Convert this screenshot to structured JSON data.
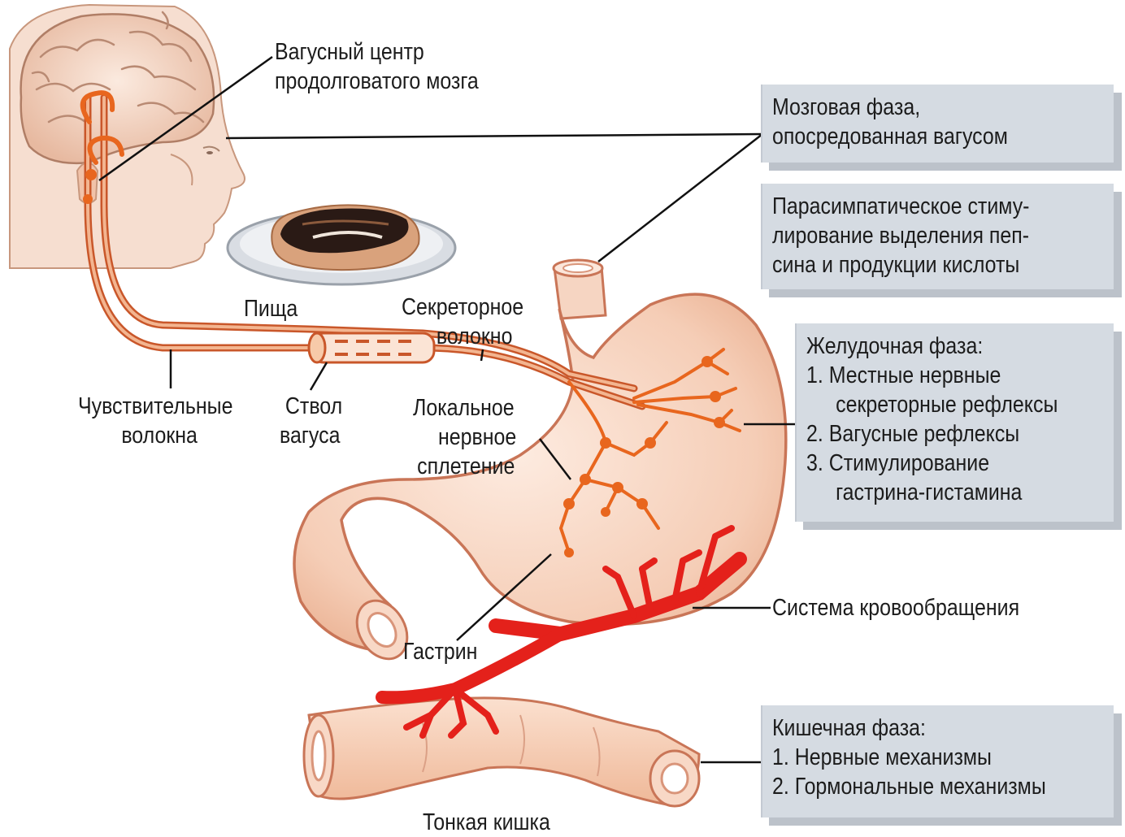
{
  "labels": {
    "vagus_center": [
      "Вагусный центр",
      "продолговатого мозга"
    ],
    "food": "Пища",
    "secretory_fiber": [
      "Секреторное",
      "волокно"
    ],
    "sensory_fibers": [
      "Чувствительные",
      "волокна"
    ],
    "vagus_trunk": [
      "Ствол",
      "вагуса"
    ],
    "local_plexus": [
      "Локальное",
      "нервное",
      "сплетение"
    ],
    "circulation": "Система кровообращения",
    "gastrin": "Гастрин",
    "small_intestine": "Тонкая кишка"
  },
  "panels": {
    "cephalic": [
      "Мозговая фаза,",
      "опосредованная вагусом"
    ],
    "parasympathetic": [
      "Парасимпатическое стиму-",
      "лирование выделения пеп-",
      "сина и продукции кислоты"
    ],
    "gastric": {
      "title": "Желудочная фаза:",
      "item1": [
        "1. Местные нервные",
        "секреторные рефлексы"
      ],
      "item2": "2. Вагусные рефлексы",
      "item3": [
        "3. Стимулирование",
        "гастрина-гистамина"
      ]
    },
    "intestinal": {
      "title": "Кишечная фаза:",
      "item1": "1. Нервные механизмы",
      "item2": "2. Гормональные механизмы"
    }
  },
  "colors": {
    "nerve": "#e8661e",
    "blood": "#e4211b",
    "organ_fill": "#f7d2bd",
    "organ_stroke": "#c97557",
    "panel_bg": "#d5dbe2"
  }
}
